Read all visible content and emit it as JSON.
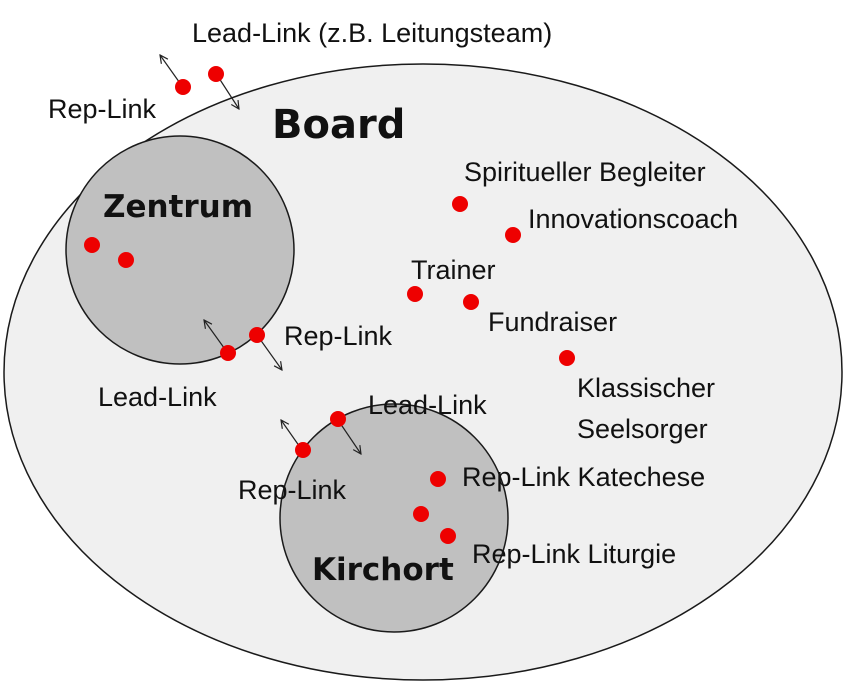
{
  "colors": {
    "board_fill": "#f0f0f0",
    "circle_fill": "#c0c0c0",
    "outline": "#1a1a1a",
    "dot": "#ee0000"
  },
  "circles": {
    "board": "Board",
    "zentrum": "Zentrum",
    "kirchort": "Kirchort"
  },
  "labels": {
    "top_lead_link": "Lead-Link (z.B. Leitungsteam)",
    "top_rep_link": "Rep-Link",
    "zentrum_rep_link": "Rep-Link",
    "zentrum_lead_link": "Lead-Link",
    "kirchort_lead_link": "Lead-Link",
    "kirchort_rep_link": "Rep-Link",
    "spiritueller_begleiter": "Spiritueller Begleiter",
    "innovationscoach": "Innovationscoach",
    "trainer": "Trainer",
    "fundraiser": "Fundraiser",
    "klassischer": "Klassischer",
    "seelsorger": "Seelsorger",
    "rep_link_katechese": "Rep-Link Katechese",
    "rep_link_liturgie": "Rep-Link Liturgie"
  }
}
